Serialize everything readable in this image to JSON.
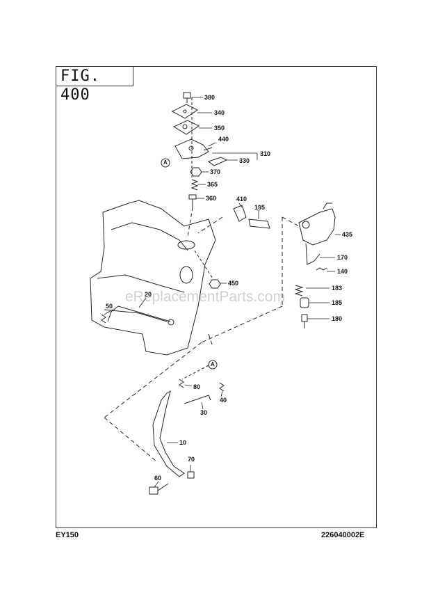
{
  "figure_title": "FIG. 400",
  "model": "EY150",
  "drawing_number": "226040002E",
  "watermark": "eReplacementParts.com",
  "parts": [
    {
      "id": "p380",
      "number": "380"
    },
    {
      "id": "p340",
      "number": "340"
    },
    {
      "id": "p350",
      "number": "350"
    },
    {
      "id": "p440",
      "number": "440"
    },
    {
      "id": "p310",
      "number": "310"
    },
    {
      "id": "p330",
      "number": "330"
    },
    {
      "id": "p370",
      "number": "370"
    },
    {
      "id": "p365",
      "number": "365"
    },
    {
      "id": "p360",
      "number": "360"
    },
    {
      "id": "p410",
      "number": "410"
    },
    {
      "id": "p195",
      "number": "195"
    },
    {
      "id": "p435",
      "number": "435"
    },
    {
      "id": "p170",
      "number": "170"
    },
    {
      "id": "p140",
      "number": "140"
    },
    {
      "id": "p183",
      "number": "183"
    },
    {
      "id": "p185",
      "number": "185"
    },
    {
      "id": "p180",
      "number": "180"
    },
    {
      "id": "p450",
      "number": "450"
    },
    {
      "id": "p20",
      "number": "20"
    },
    {
      "id": "p50",
      "number": "50"
    },
    {
      "id": "p80",
      "number": "80"
    },
    {
      "id": "p40",
      "number": "40"
    },
    {
      "id": "p30",
      "number": "30"
    },
    {
      "id": "p10",
      "number": "10"
    },
    {
      "id": "p70",
      "number": "70"
    },
    {
      "id": "p60",
      "number": "60"
    }
  ],
  "reference_marks": [
    "A",
    "A"
  ]
}
